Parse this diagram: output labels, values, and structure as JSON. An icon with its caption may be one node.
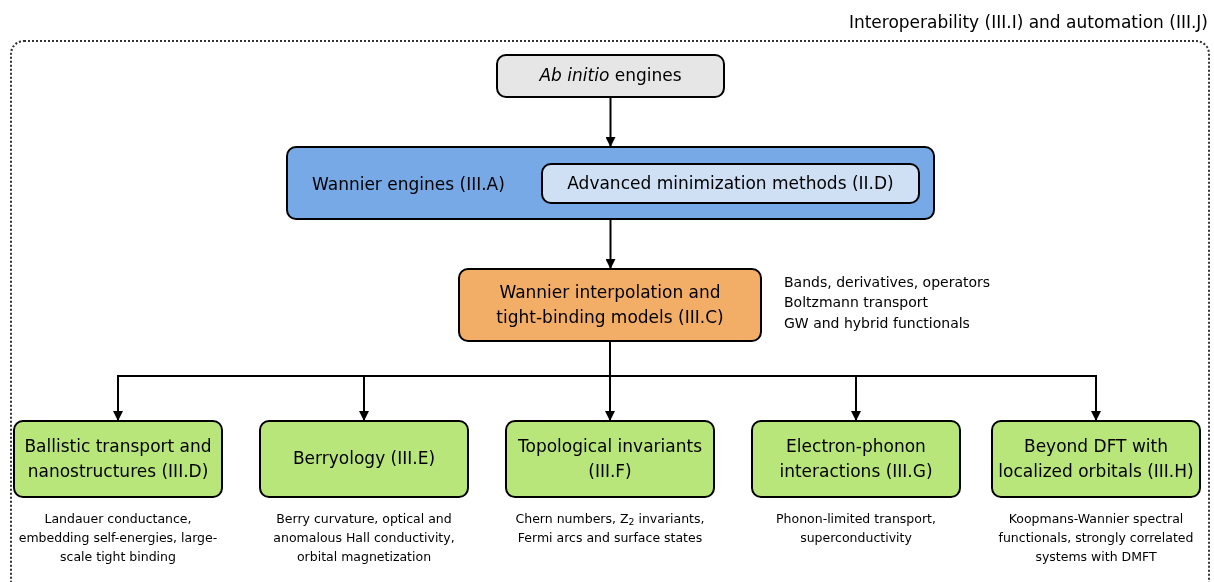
{
  "diagram": {
    "nodes": [
      {
        "text": [
          "Interoperability (III.I) and automation (III.J)"
        ]
      },
      {
        "text": [
          "*Ab initio* engines"
        ],
        "in": 0
      },
      {
        "text": [
          "Wannier engines (III.A)"
        ],
        "in": 0
      },
      {
        "text": [
          "Advanced minimization methods (II.D)"
        ],
        "in": 2
      },
      {
        "text": [
          "Wannier interpolation and tight-binding models (III.C)"
        ],
        "in": 0,
        "beside": [
          "Bands, derivatives, operators",
          "Boltzmann transport",
          "GW and hybrid functionals"
        ]
      },
      {
        "text": [
          "Ballistic transport and nanostructures (III.D)"
        ],
        "in": 0,
        "beside": [
          "Landauer conductance, embedding self-energies, large-scale tight binding"
        ]
      },
      {
        "text": [
          "Berryology (III.E)"
        ],
        "in": 0,
        "beside": [
          "Berry curvature, optical and anomalous Hall conductivity, orbital magnetization"
        ]
      },
      {
        "text": [
          "Topological invariants (III.F)"
        ],
        "in": 0,
        "beside": [
          "Chern numbers, Z$_{2}$ invariants, Fermi arcs and surface states"
        ]
      },
      {
        "text": [
          "Electron-phonon interactions (III.G)"
        ],
        "in": 0,
        "beside": [
          "Phonon-limited transport, superconductivity"
        ]
      },
      {
        "text": [
          "Beyond DFT with localized orbitals (III.H)"
        ],
        "in": 0,
        "beside": [
          "Koopmans-Wannier spectral functionals, strongly correlated systems with DMFT"
        ]
      }
    ],
    "edges": [
      {
        "from": 1,
        "to": 2,
        "arrow": "to"
      },
      {
        "from": 2,
        "to": 4,
        "arrow": "to"
      },
      {
        "from": 4,
        "to": 5,
        "arrow": "to"
      },
      {
        "from": 4,
        "to": 6,
        "arrow": "to"
      },
      {
        "from": 4,
        "to": 7,
        "arrow": "to"
      },
      {
        "from": 4,
        "to": 8,
        "arrow": "to"
      },
      {
        "from": 4,
        "to": 9,
        "arrow": "to"
      }
    ]
  }
}
